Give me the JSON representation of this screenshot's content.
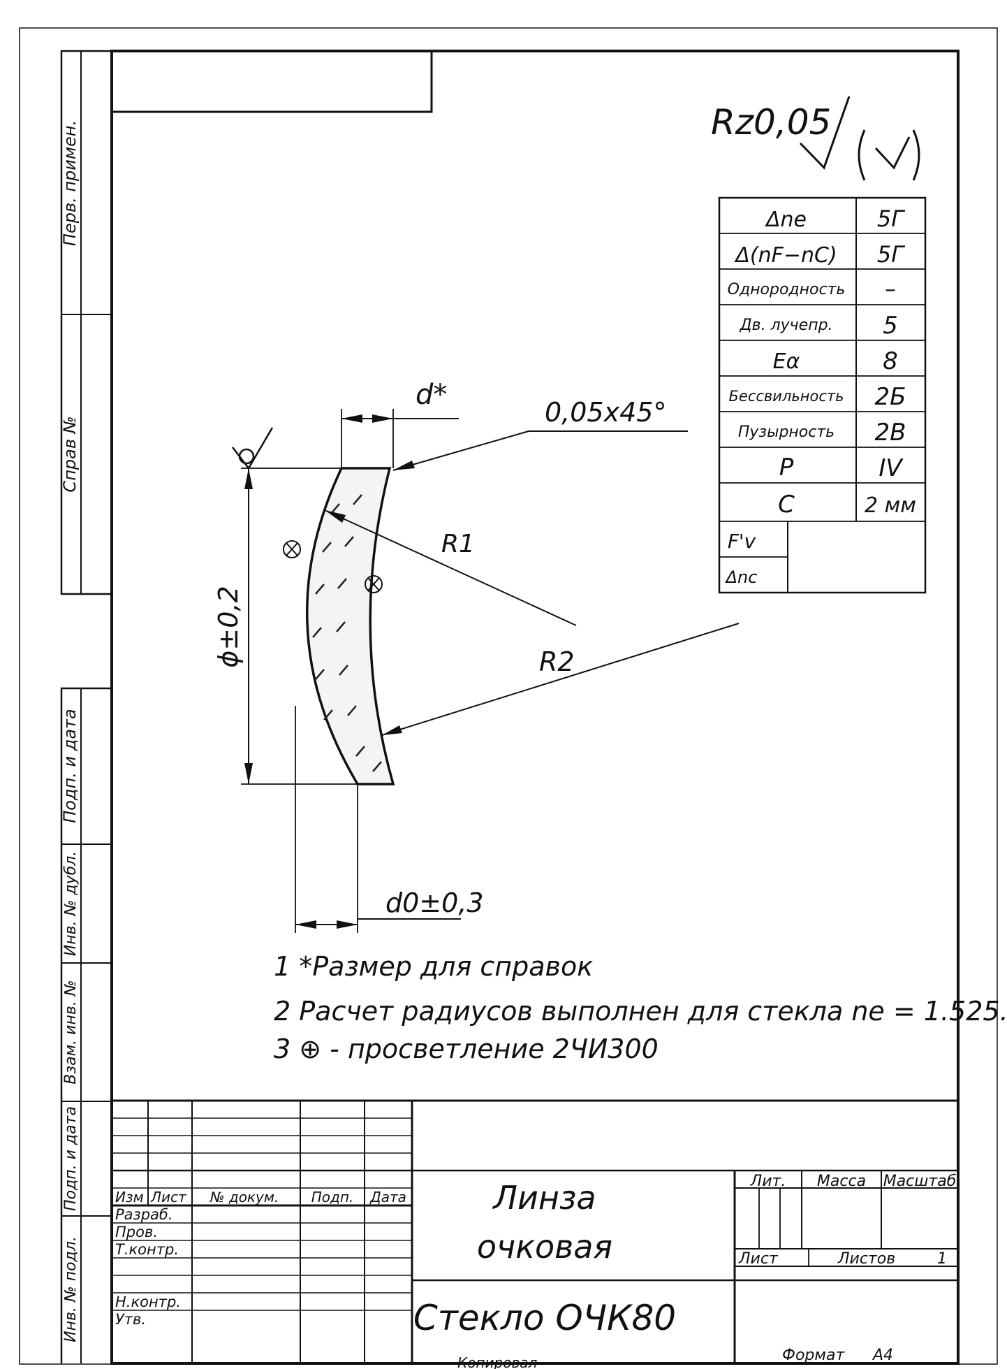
{
  "surface": {
    "roughness": "Rz0,05"
  },
  "side_stamps": [
    "Перв. примен.",
    "Справ №",
    "Подп. и дата",
    "Инв. № дубл.",
    "Взам. инв. №",
    "Подп. и дата",
    "Инв. № подл."
  ],
  "spec_table": [
    {
      "param": "Δnе",
      "value": "5Г"
    },
    {
      "param": "Δ(nF−nC)",
      "value": "5Г"
    },
    {
      "param": "Однородность",
      "value": "–"
    },
    {
      "param": "Дв. лучепр.",
      "value": "5"
    },
    {
      "param": "Eα",
      "value": "8"
    },
    {
      "param": "Бессвильность",
      "value": "2Б"
    },
    {
      "param": "Пузырность",
      "value": "2В"
    },
    {
      "param": "P",
      "value": "IV"
    },
    {
      "param": "C",
      "value": "2 мм"
    },
    {
      "param": "F'v",
      "value": ""
    },
    {
      "param": "Δnc",
      "value": ""
    }
  ],
  "dimensions": {
    "d_star": "d*",
    "chamfer": "0,05x45°",
    "r1": "R1",
    "r2": "R2",
    "diameter": "ϕ±0,2",
    "thickness": "d0±0,3"
  },
  "notes": [
    "1 *Размер для справок",
    "2 Расчет радиусов выполнен для стекла nе = 1.525.",
    "3 ⊕ - просветление 2ЧИ300"
  ],
  "title_block": {
    "col_headers": [
      "Изм",
      "Лист",
      "№ докум.",
      "Подп.",
      "Дата"
    ],
    "roles": [
      "Разраб.",
      "Пров.",
      "Т.контр.",
      "",
      "Н.контр.",
      "Утв."
    ],
    "title_line1": "Линза",
    "title_line2": "очковая",
    "material": "Стекло ОЧК80",
    "lit_label": "Лит.",
    "mass_label": "Масса",
    "scale_label": "Масштаб",
    "sheet_label": "Лист",
    "sheets_label": "Листов",
    "sheets_value": "1"
  },
  "footer": {
    "copied": "Копировал",
    "format_label": "Формат",
    "format_value": "А4"
  }
}
